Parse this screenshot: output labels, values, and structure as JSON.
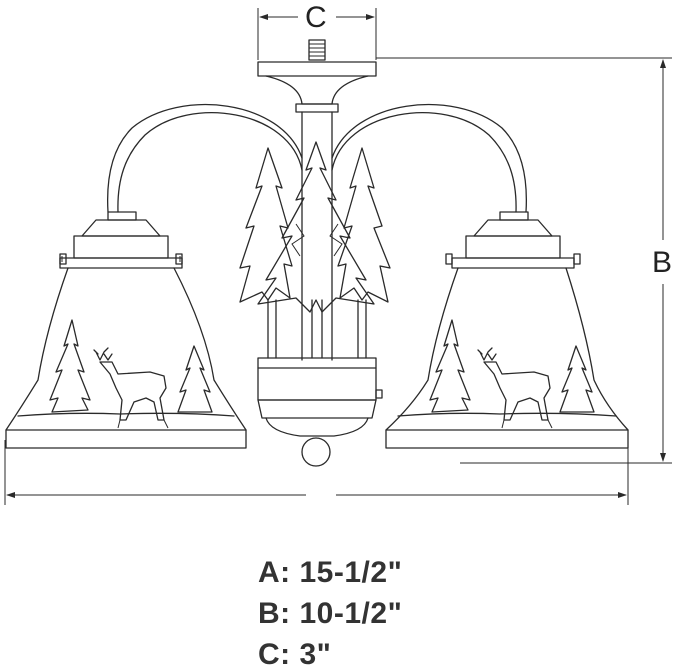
{
  "labels": {
    "C": "C",
    "B": "B"
  },
  "specs": [
    {
      "label": "A:",
      "value": "15-1/2\""
    },
    {
      "label": "B:",
      "value": "10-1/2\""
    },
    {
      "label": "C:",
      "value": "3\""
    }
  ]
}
